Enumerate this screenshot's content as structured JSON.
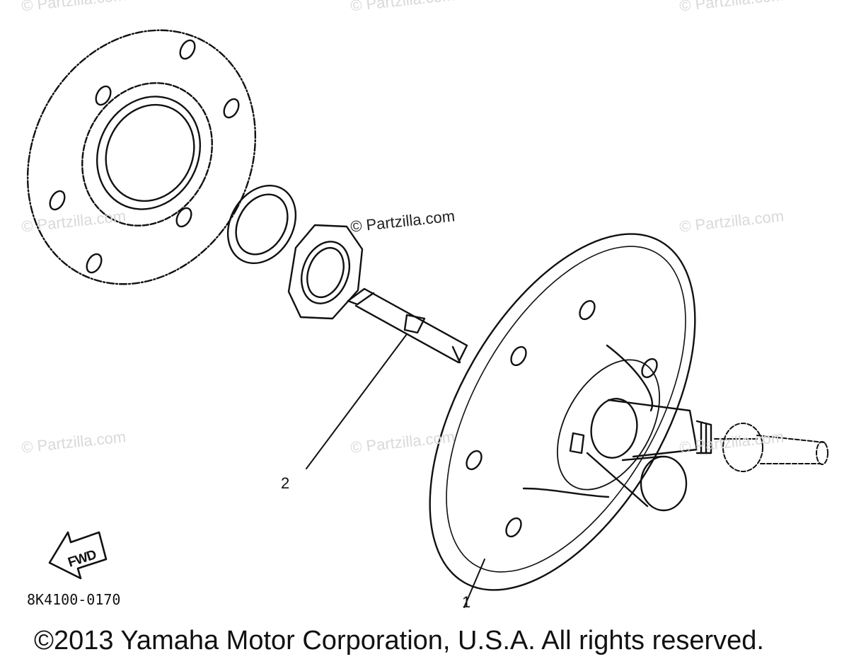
{
  "watermark": "© Partzilla.com",
  "watermark_center": "© Partzilla.com",
  "callouts": {
    "part1": "1",
    "part2": "2"
  },
  "fwd_label": "FWD",
  "diagram_code": "8K4100-0170",
  "copyright": "©2013 Yamaha Motor Corporation, U.S.A. All rights reserved.",
  "colors": {
    "line": "#111111",
    "watermark": "#d9d9d9",
    "background": "#ffffff"
  }
}
